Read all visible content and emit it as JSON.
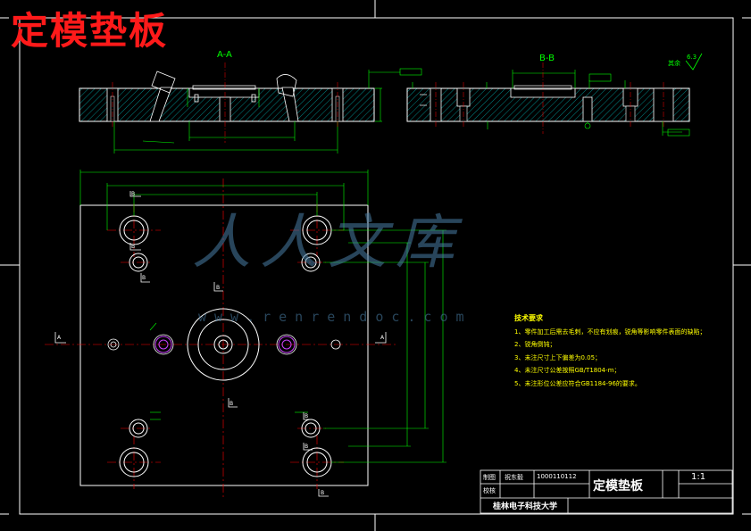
{
  "title": "定模垫板",
  "section_labels": {
    "a_a": "A-A",
    "b_b": "B-B",
    "marker_a": "A",
    "marker_b": "B"
  },
  "roughness": {
    "prefix": "其余",
    "value": "6.3"
  },
  "technical_requirements": {
    "heading": "技术要求",
    "items": [
      "1、零件加工后需去毛刺，不应有划痕，锐角等影响零件表面的缺陷；",
      "2、锐角倒钝；",
      "3、未注尺寸上下偏差为0.05；",
      "4、未注尺寸公差按照GB/T1804-m；",
      "5、未注形位公差应符合GB1184-96的要求。"
    ]
  },
  "title_block": {
    "drawn_label": "制图",
    "drawer": "祝东毅",
    "student_id": "1000110112",
    "check_label": "校核",
    "part_name": "定模垫板",
    "scale": "1:1",
    "school": "桂林电子科技大学"
  },
  "watermark": {
    "text": "人人文库",
    "url": "www.renrendoc.com"
  },
  "colors": {
    "background": "#000000",
    "outline": "#ffffff",
    "dimension": "#00ff00",
    "centerline": "#ff0000",
    "hatch": "#00aaaa",
    "notes": "#ffff00",
    "title_red": "#ff1a1a",
    "watermark": "#4a7fa6"
  }
}
